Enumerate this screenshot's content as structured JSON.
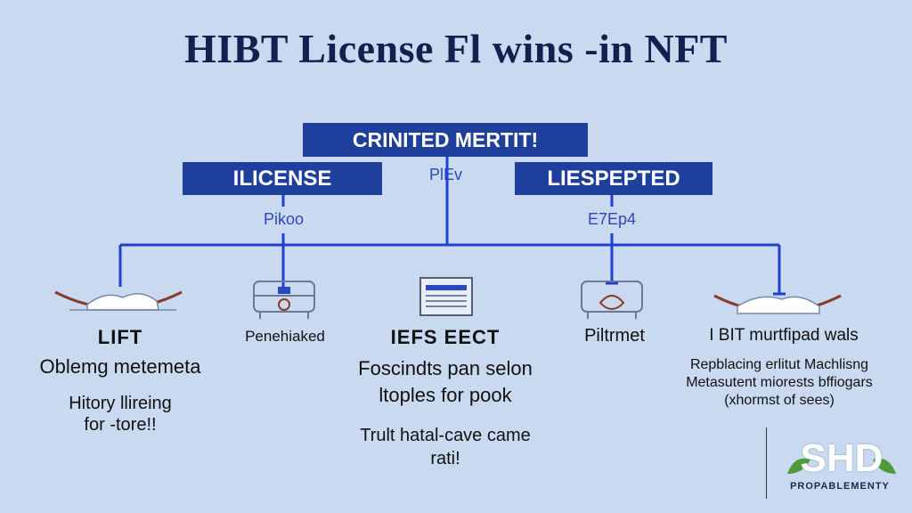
{
  "title": "HIBT License Fl wins -in NFT",
  "boxes": {
    "top": "CRINITED MERTIT!",
    "left": "ILICENSE",
    "right": "LIESPEPTED"
  },
  "small_labels": {
    "center": "PlEv",
    "left": "Pikoo",
    "right": "E7Ep4"
  },
  "columns": [
    {
      "heading": "LIFT",
      "line1": "Oblemg metemeta",
      "line2": "Hitory llireing",
      "line3": "for -tore!!"
    },
    {
      "heading": "Penehiaked"
    },
    {
      "heading": "IEFS EECT",
      "line1": "Foscindts pan selon",
      "line2": "ltoples for pook",
      "line3": "Trult hatal-cave came",
      "line4": "rati!"
    },
    {
      "heading": "Piltrmet"
    },
    {
      "heading": "I BIT murtfipad wals",
      "line1": "Repblacing erlitut Machlisng",
      "line2": "Metasutent miorests bffiogars",
      "line3": "(xhormst of sees)"
    }
  ],
  "logo": {
    "mark": "SHD",
    "sub": "PROPABLEMENTY"
  },
  "colors": {
    "accent": "#1f3f9c",
    "line": "#1f3fd0",
    "background": "#c9d9ef",
    "title": "#13204f"
  }
}
